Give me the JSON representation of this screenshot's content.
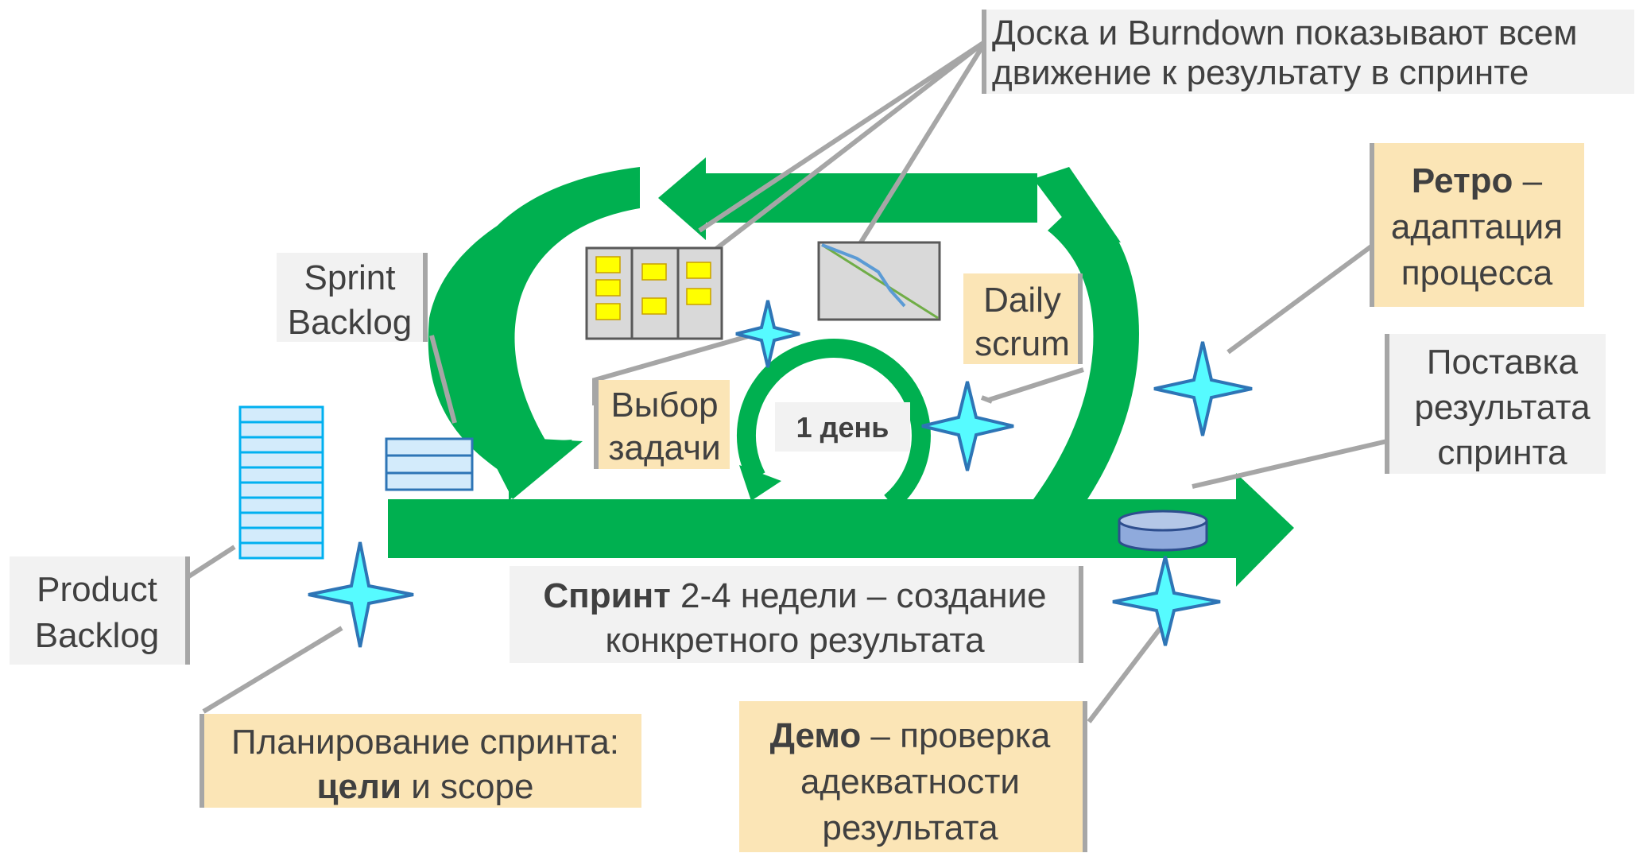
{
  "colors": {
    "arrow_green": "#00b050",
    "box_gray": "#f2f2f2",
    "box_beige": "#fbe5b6",
    "box_border": "#a6a6a6",
    "connector": "#a6a6a6",
    "star_fill": "#56fbff",
    "star_stroke": "#2e75b6",
    "backlog_fill": "#d3ebfb",
    "backlog_stroke": "#00b0f0",
    "sprint_backlog_stroke": "#2e75b6",
    "sticky": "#ffff00",
    "board_gray": "#d9d9d9",
    "text": "#404040"
  },
  "icons": {
    "milestone": "four-point-star-icon",
    "product_backlog": "product-backlog-stack-icon",
    "sprint_backlog": "sprint-backlog-stack-icon",
    "task_board": "task-board-icon",
    "burndown": "burndown-chart-icon",
    "increment": "increment-disk-icon"
  },
  "labels": {
    "product_backlog": {
      "line1": "Product",
      "line2": "Backlog"
    },
    "sprint_backlog": {
      "line1": "Sprint",
      "line2": "Backlog"
    },
    "board_burndown": {
      "line1": "Доска и Burndown показывают всем",
      "line2": "движение к результату в спринте"
    },
    "retro": {
      "bold": "Ретро",
      "rest": " –",
      "line2": "адаптация",
      "line3": "процесса"
    },
    "delivery": {
      "line1": "Поставка",
      "line2": "результата",
      "line3": "спринта"
    },
    "daily_scrum": {
      "line1": "Daily",
      "line2": "scrum"
    },
    "task_choice": {
      "line1": "Выбор",
      "line2": "задачи"
    },
    "one_day": "1 день",
    "sprint": {
      "bold": "Спринт",
      "rest": " 2-4 недели – создание",
      "line2": "конкретного результата"
    },
    "planning": {
      "line1": "Планирование спринта:",
      "bold": "цели",
      "rest": " и scope"
    },
    "demo": {
      "bold": "Демо",
      "rest": " – проверка",
      "line2": "адекватности",
      "line3": "результата"
    }
  }
}
